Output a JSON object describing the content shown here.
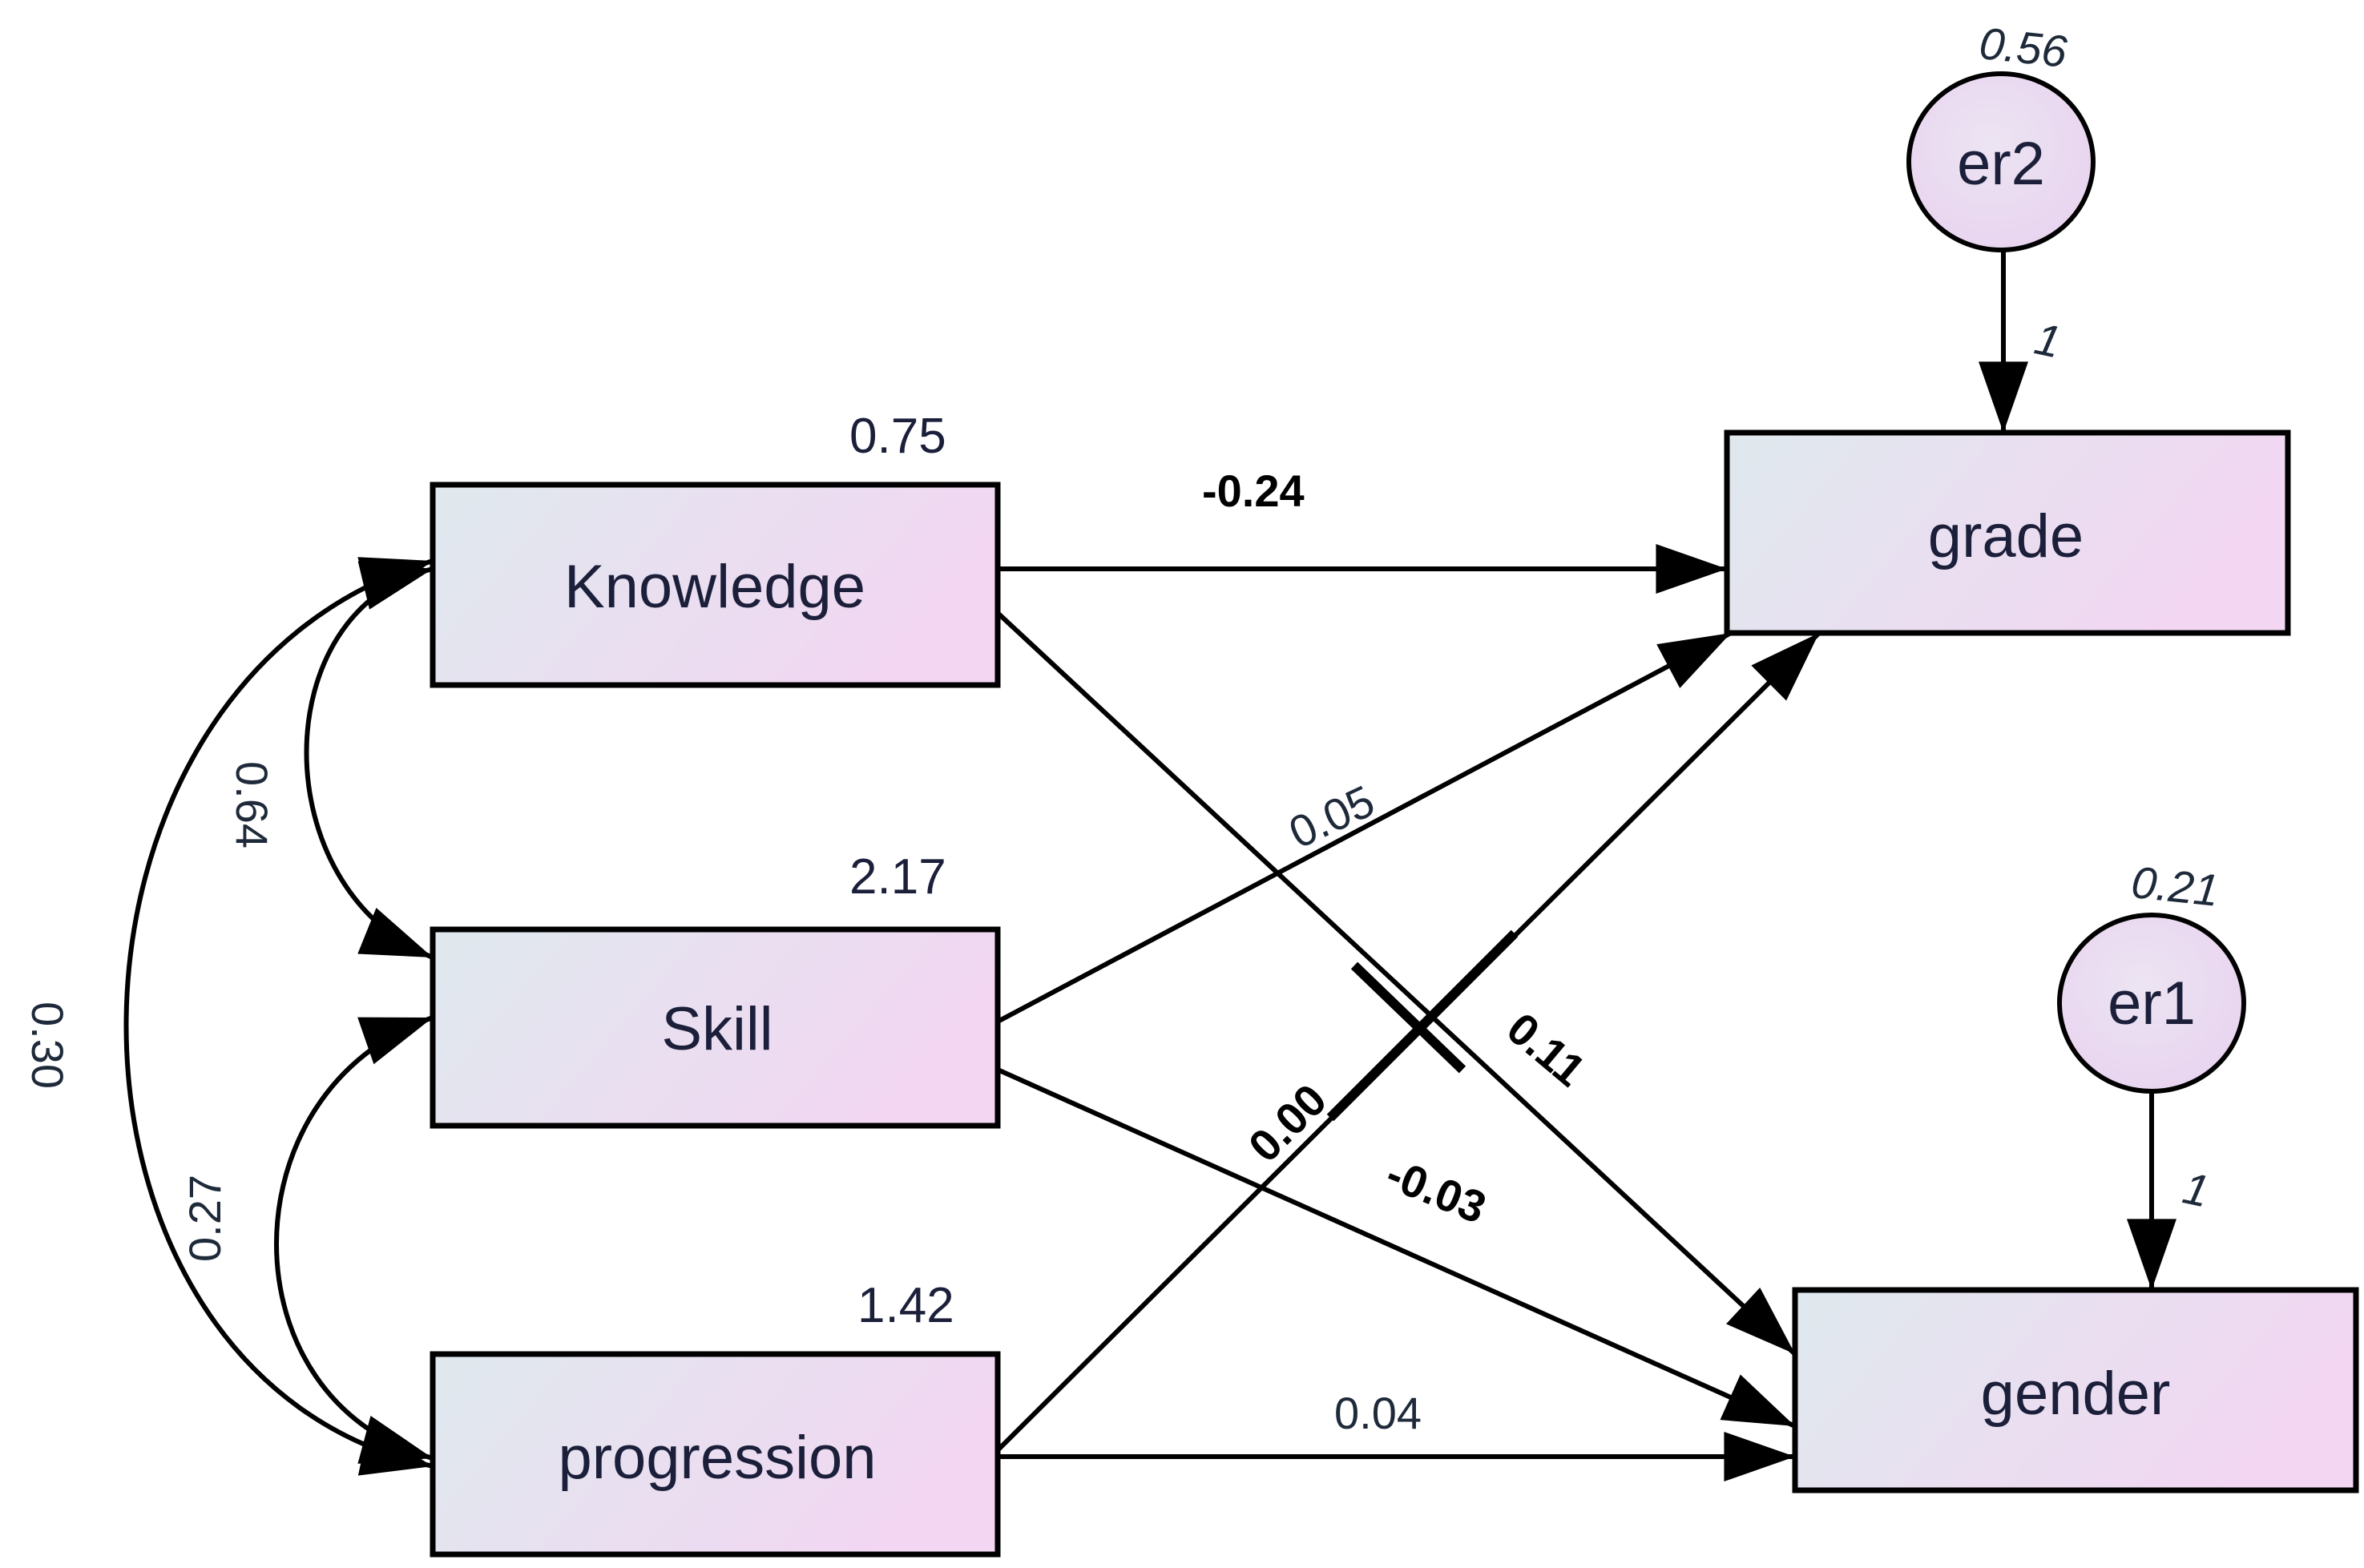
{
  "nodes": {
    "knowledge": "Knowledge",
    "skill": "Skill",
    "progression": "progression",
    "grade": "grade",
    "gender": "gender",
    "er2": "er2",
    "er1": "er1"
  },
  "variances": {
    "knowledge": "0.75",
    "skill": "2.17",
    "progression": "1.42",
    "er2": "0.56",
    "er1": "0.21"
  },
  "paths": {
    "knowledge_grade": "-0.24",
    "skill_grade": "0.05",
    "progression_grade": "0.00",
    "knowledge_gender": "0.11",
    "skill_gender": "-0.03",
    "progression_gender": "0.04",
    "er2_grade": "1",
    "er1_gender": "1"
  },
  "covariances": {
    "knowledge_skill": "0.64",
    "skill_progression": "0.27",
    "knowledge_progression": "0.30"
  },
  "colors": {
    "box_gradient_start": "#dfe9ee",
    "box_gradient_end": "#f2d6f2",
    "label_color": "#1e2a3a",
    "bold_label_color": "#000000"
  }
}
